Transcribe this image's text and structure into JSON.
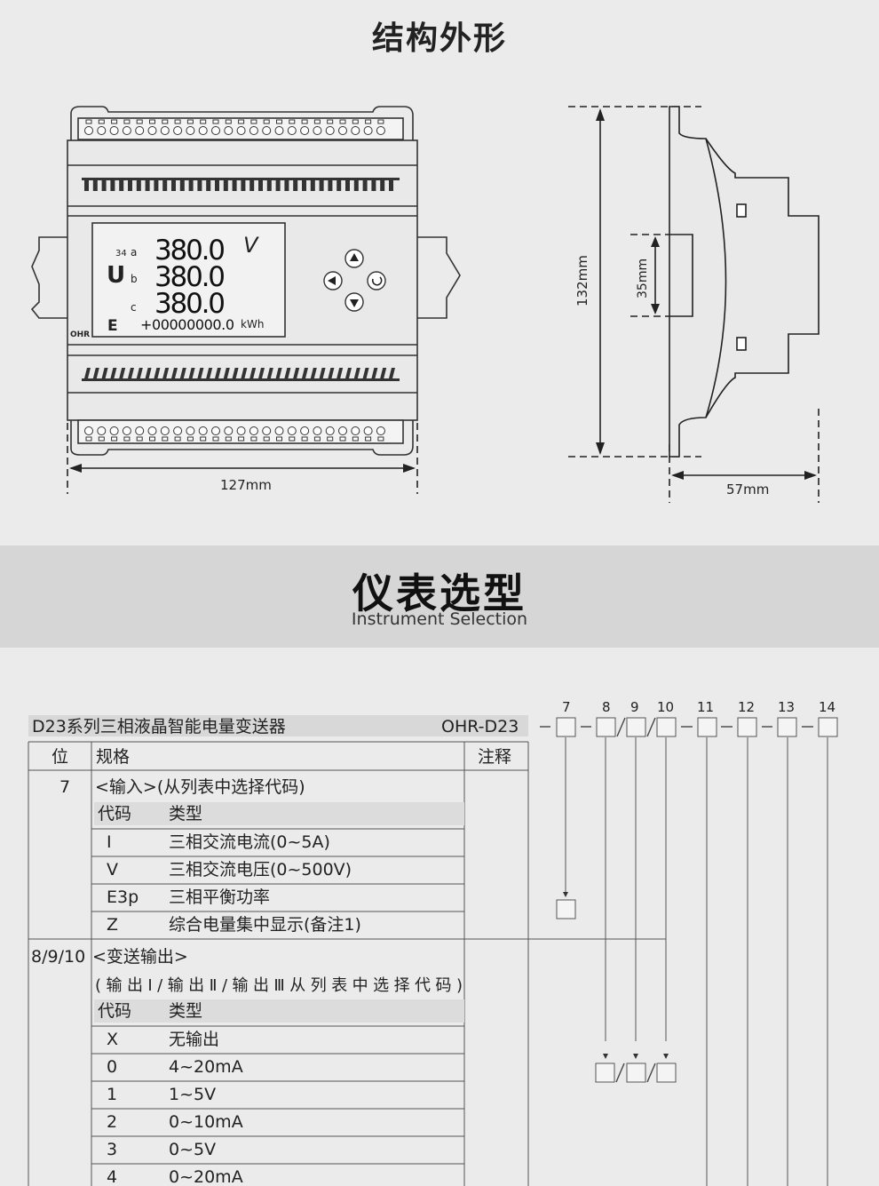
{
  "section1": {
    "title": "结构外形",
    "front": {
      "display_rows": [
        {
          "phase": "a",
          "value": "380.0"
        },
        {
          "phase": "b",
          "value": "380.0"
        },
        {
          "phase": "c",
          "value": "380.0"
        }
      ],
      "unit_v": "V",
      "indicator_left": "U",
      "indicator_small": "34",
      "energy_label": "E",
      "energy_value": "+00000000.0",
      "energy_unit": "kWh",
      "brand": "OHR",
      "width_label": "127mm"
    },
    "side": {
      "height_label": "132mm",
      "rail_label": "35mm",
      "depth_label": "57mm"
    }
  },
  "section2": {
    "title": "仪表选型",
    "subtitle": "Instrument Selection"
  },
  "selection": {
    "product_name": "D23系列三相液晶智能电量变送器",
    "model": "OHR-D23",
    "headers": {
      "pos": "位",
      "spec": "规格",
      "note": "注释"
    },
    "positions": [
      "7",
      "8",
      "9",
      "10",
      "11",
      "12",
      "13",
      "14"
    ],
    "group7": {
      "pos": "7",
      "title": "<输入>(从列表中选择代码)",
      "code_header": "代码",
      "type_header": "类型",
      "rows": [
        {
          "code": "I",
          "type": "三相交流电流(0~5A)"
        },
        {
          "code": "V",
          "type": "三相交流电压(0~500V)"
        },
        {
          "code": "E3p",
          "type": "三相平衡功率"
        },
        {
          "code": "Z",
          "type": "综合电量集中显示(备注1)"
        }
      ]
    },
    "group8": {
      "pos": "8/9/10",
      "title": "<变送输出>",
      "subtitle": "(输出Ⅰ/输出Ⅱ/输出Ⅲ从列表中选择代码)",
      "code_header": "代码",
      "type_header": "类型",
      "rows": [
        {
          "code": "X",
          "type": "无输出"
        },
        {
          "code": "0",
          "type": "4~20mA"
        },
        {
          "code": "1",
          "type": "1~5V"
        },
        {
          "code": "2",
          "type": "0~10mA"
        },
        {
          "code": "3",
          "type": "0~5V"
        },
        {
          "code": "4",
          "type": "0~20mA"
        }
      ]
    }
  }
}
